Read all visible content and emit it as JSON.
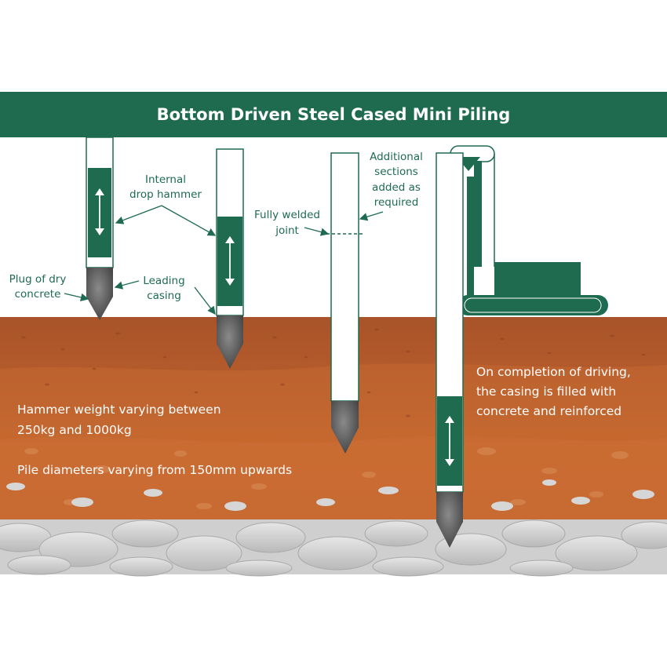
{
  "title": "Bottom Driven Steel Cased Mini Piling",
  "labels": {
    "internal_drop_hammer": [
      "Internal",
      "drop hammer"
    ],
    "plug_of_dry_concrete": [
      "Plug of dry",
      "concrete"
    ],
    "leading_casing": [
      "Leading",
      "casing"
    ],
    "fully_welded_joint": [
      "Fully welded",
      "joint"
    ],
    "additional_sections": [
      "Additional",
      "sections",
      "added as",
      "required"
    ]
  },
  "notes": {
    "hammer_weight": [
      "Hammer weight varying between",
      "250kg and 1000kg"
    ],
    "pile_diameters": "Pile diameters varying from 150mm upwards",
    "completion": [
      "On completion of driving,",
      "the casing is filled with",
      "concrete and reinforced"
    ]
  },
  "colors": {
    "brand_green": "#1e6b4f",
    "soil_top": "#b0582a",
    "soil_mid": "#c9682e",
    "rock": "#c9c9c9",
    "concrete": "#5a5a5a",
    "casing": "#ffffff"
  }
}
